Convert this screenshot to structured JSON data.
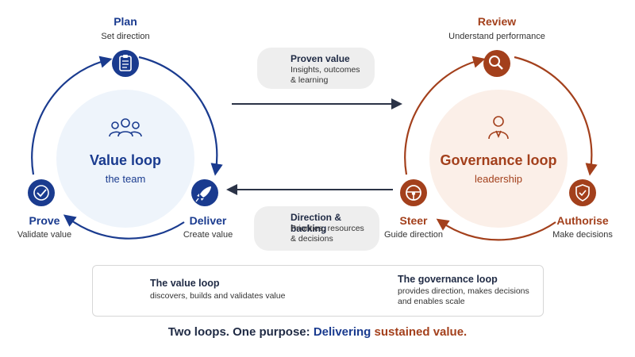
{
  "value_loop": {
    "title": "Value loop",
    "subtitle": "the team",
    "nodes": {
      "plan": {
        "title": "Plan",
        "subtitle": "Set direction"
      },
      "deliver": {
        "title": "Deliver",
        "subtitle": "Create value"
      },
      "prove": {
        "title": "Prove",
        "subtitle": "Validate value"
      }
    }
  },
  "governance_loop": {
    "title": "Governance loop",
    "subtitle": "leadership",
    "nodes": {
      "review": {
        "title": "Review",
        "subtitle": "Understand performance"
      },
      "authorise": {
        "title": "Authorise",
        "subtitle": "Make decisions"
      },
      "steer": {
        "title": "Steer",
        "subtitle": "Guide direction"
      }
    }
  },
  "flows": {
    "proven_value": {
      "title": "Proven value",
      "text": "Insights, outcomes\n& learning"
    },
    "direction_backing": {
      "title": "Direction & backing",
      "text": "Priorities, resources\n& decisions"
    }
  },
  "legend": {
    "value": {
      "title": "The value loop",
      "text": "discovers, builds and validates value"
    },
    "governance": {
      "title": "The governance loop",
      "text": "provides direction, makes decisions\nand enables scale"
    }
  },
  "tagline": {
    "part1": "Two loops. One purpose: ",
    "part2": "Delivering",
    "part3": " sustained value."
  },
  "colors": {
    "blue": "#1a3b8f",
    "rust": "#a3401c",
    "blue_fill": "#eef4fb",
    "rust_fill": "#fbefe8"
  },
  "icons": {
    "plan": "clipboard-icon",
    "deliver": "rocket-icon",
    "prove": "check-circle-icon",
    "review": "magnifier-icon",
    "authorise": "shield-check-icon",
    "steer": "steering-wheel-icon",
    "value_center": "team-icon",
    "governance_center": "leader-icon",
    "proven_value": "gift-icon",
    "direction_backing": "compass-icon",
    "legend_value": "growth-chart-icon",
    "legend_governance": "people-icon",
    "exchange": "exchange-arrows-icon"
  }
}
